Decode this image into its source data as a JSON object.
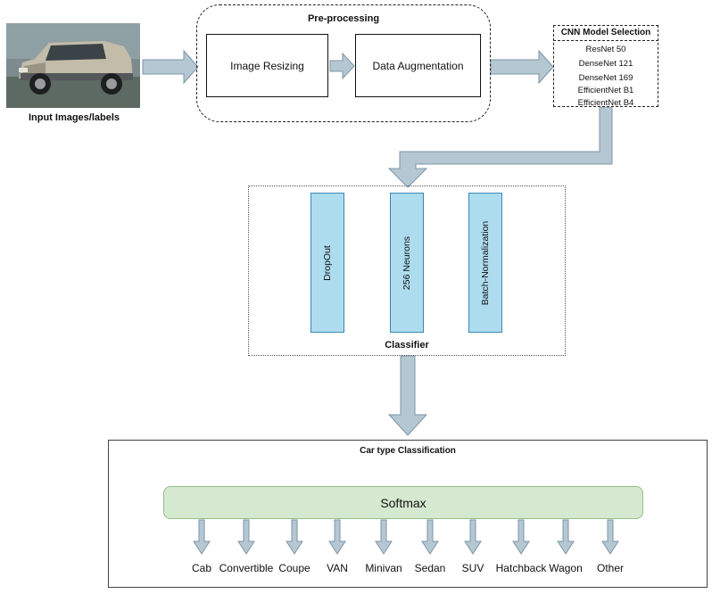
{
  "input": {
    "label": "Input Images/labels",
    "image": "car-photo"
  },
  "preprocessing": {
    "title": "Pre-processing",
    "steps": [
      "Image Resizing",
      "Data Augmentation"
    ]
  },
  "cnn": {
    "title": "CNN Model Selection",
    "models": [
      "ResNet 50",
      "DenseNet 121",
      "DenseNet 169",
      "EfficientNet B1",
      "EfficientNet B4"
    ]
  },
  "classifier": {
    "title": "Classifier",
    "layers": [
      "DropOut",
      "256 Neurons",
      "Batch-Normalization"
    ]
  },
  "classification": {
    "title": "Car type Classification",
    "softmax": "Softmax",
    "classes": [
      "Cab",
      "Convertible",
      "Coupe",
      "VAN",
      "Minivan",
      "Sedan",
      "SUV",
      "Hatchback",
      "Wagon",
      "Other"
    ]
  },
  "colors": {
    "arrow_fill": "#b5c7d3",
    "arrow_stroke": "#7d95a6",
    "layer_fill": "#aedcef",
    "layer_stroke": "#3a87b6",
    "softmax_fill": "#d5e8d0",
    "softmax_stroke": "#94bf86"
  }
}
